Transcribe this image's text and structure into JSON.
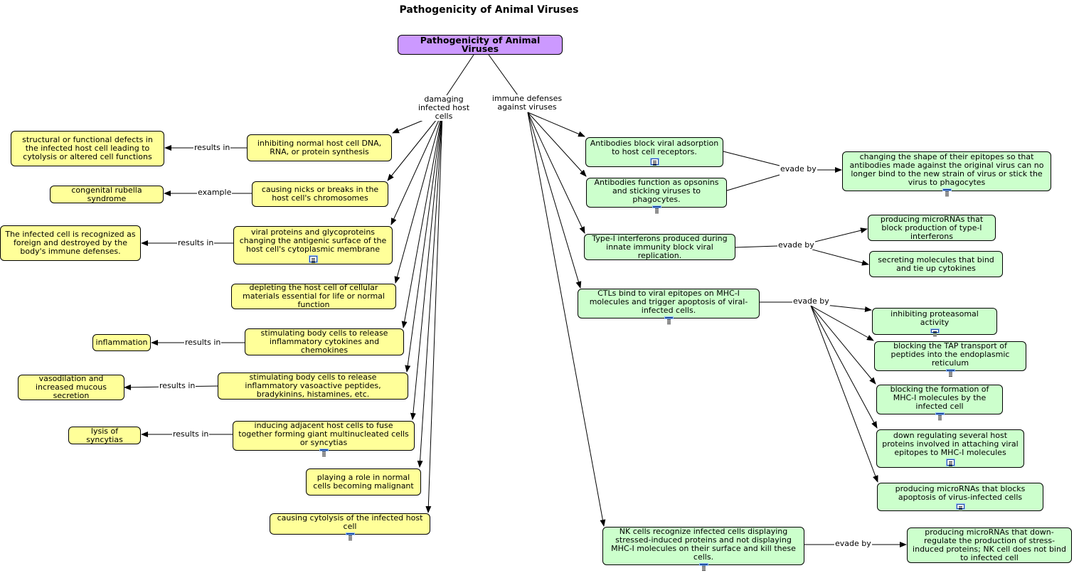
{
  "title": "Pathogenicity of Animal Viruses",
  "root": "Pathogenicity of Animal Viruses",
  "links": {
    "damaging": "damaging infected host cells",
    "immune": "immune defenses against viruses",
    "results_in": "results in",
    "example": "example",
    "evade_by": "evade by"
  },
  "left_nodes": {
    "inhibiting": "inhibiting normal host cell DNA, RNA, or protein synthesis",
    "structural": "structural or functional defects in the infected host cell leading to cytolysis or altered cell functions",
    "nicks": "causing nicks or breaks in the host cell's chromosomes",
    "rubella": "congenital rubella syndrome",
    "viral_proteins": "viral proteins and glycoproteins changing the antigenic surface of the host cell's cytoplasmic membrane",
    "recognized": "The infected cell is recognized as foreign and destroyed by the body's immune defenses.",
    "depleting": "depleting the host cell of cellular materials essential for life or normal function",
    "cytokines": "stimulating body cells to release inflammatory cytokines and chemokines",
    "inflammation": "inflammation",
    "vasoactive": "stimulating body cells to release inflammatory vasoactive peptides, bradykinins, histamines, etc.",
    "vasodilation": "vasodilation and increased mucous secretion",
    "fuse": "inducing adjacent host cells to fuse together forming giant multinucleated cells or syncytias",
    "lysis": "lysis of syncytias",
    "malignant": "playing a role in normal cells becoming malignant",
    "cytolysis": "causing cytolysis of the infected host cell"
  },
  "right_nodes": {
    "antibodies_block": "Antibodies block viral adsorption to host cell receptors.",
    "opsonins": "Antibodies function as opsonins and sticking viruses to phagocytes.",
    "epitopes": "changing the shape of their epitopes so that antibodies made against the original  virus can no longer bind to the new strain of virus or stick the virus to phagocytes",
    "interferons": "Type-I interferons produced during innate immunity block viral replication.",
    "mirna_ifn": "producing microRNAs that block production of type-I interferons",
    "secreting": "secreting molecules that bind and tie up cytokines",
    "ctls": "CTLs bind to viral epitopes on MHC-I molecules and trigger apoptosis of viral-infected cells.",
    "proteasomal": "inhibiting proteasomal activity",
    "tap": "blocking the TAP transport of peptides into the endoplasmic reticulum",
    "mhc_formation": "blocking the formation of MHC-I molecules by the infected cell",
    "down_regulating": "down regulating several host proteins involved in attaching viral epitopes to MHC-I molecules",
    "mirna_apoptosis": "producing microRNAs that blocks apoptosis of virus-infected cells",
    "nk": "NK cells recognize infected cells displaying stressed-induced proteins and not displaying MHC-I molecules on their surface and kill these cells.",
    "mirna_nk": "producing microRNAs that down-regulate the production of stress-induced proteins; NK cell does not bind to infected cell"
  },
  "icon": "document-icon",
  "colors": {
    "root": "#cc99ff",
    "left": "#ffff99",
    "right": "#ccffcc",
    "line": "#000000"
  }
}
